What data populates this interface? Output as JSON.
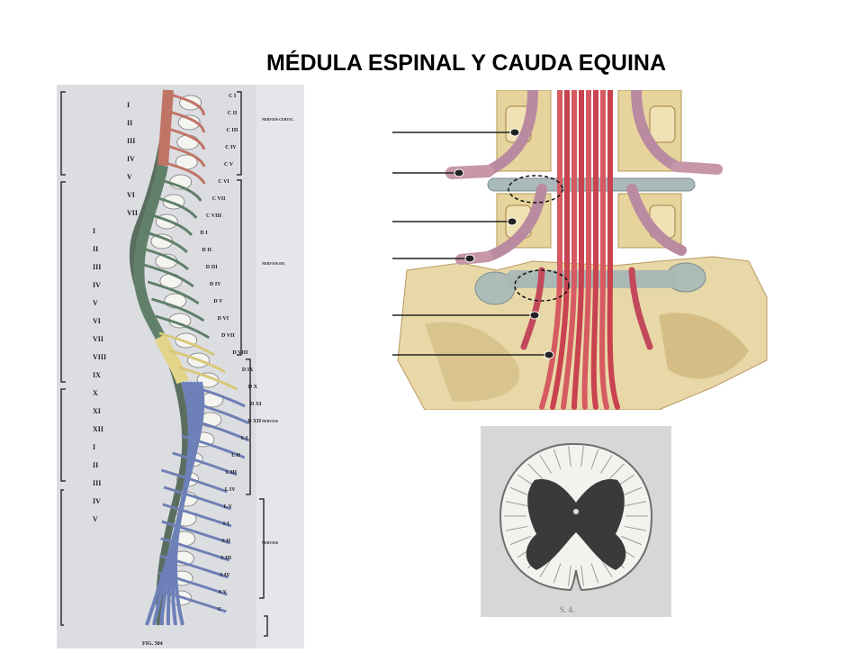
{
  "slide": {
    "title": "MÉDULA ESPINAL Y CAUDA EQUINA"
  },
  "left_figure": {
    "vertebra_labels_left": [
      "I",
      "II",
      "III",
      "IV",
      "V",
      "VI",
      "VII",
      "I",
      "II",
      "III",
      "IV",
      "V",
      "VI",
      "VII",
      "VIII",
      "IX",
      "X",
      "XI",
      "XII",
      "I",
      "II",
      "III",
      "IV",
      "V"
    ],
    "nerve_labels_right": [
      "C I",
      "C II",
      "C III",
      "C IV",
      "C V",
      "C VI",
      "C VII",
      "C VIII",
      "D I",
      "D II",
      "D III",
      "D IV",
      "D V",
      "D VI",
      "D VII",
      "D VIII",
      "D IX",
      "D X",
      "D XI",
      "D XII",
      "L I",
      "L II",
      "L III",
      "L IV",
      "L V",
      "S I",
      "S II",
      "S III",
      "S IV",
      "S V",
      "C"
    ],
    "side_labels": [
      "NERVIOS CERVIC.",
      "NERVIOS DO.",
      "NERVIOS",
      "NERVIOS"
    ],
    "caption": "FIG. 504"
  },
  "section_figure": {
    "caption": "S. 4."
  }
}
